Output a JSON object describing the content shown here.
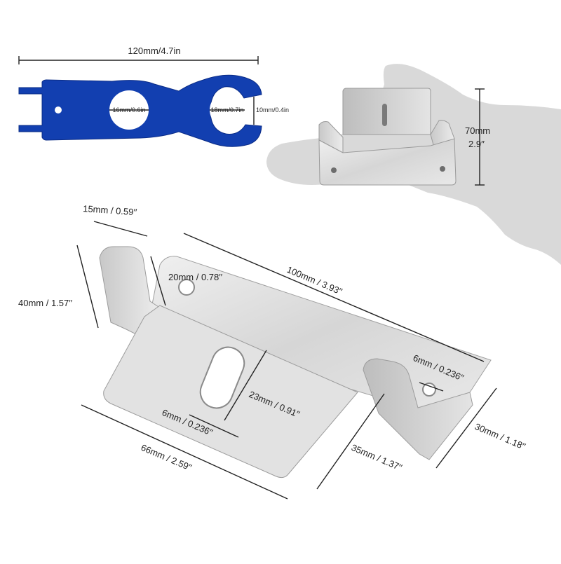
{
  "colors": {
    "wrench": "#123fb0",
    "wrench_dark": "#0b2c86",
    "hand": "#d9d9d9",
    "metal_light": "#e6e6e6",
    "metal_mid": "#cdcdcd",
    "metal_dark": "#a9a9a9",
    "line": "#222222"
  },
  "wrench": {
    "length_label": "120mm/4.7in",
    "hole_left_label": "16mm/0.6in",
    "hole_right_label": "18mm/0.7in",
    "jaw_label": "10mm/0.4in"
  },
  "small_bracket": {
    "height_label_mm": "70mm",
    "height_label_in": "2.9′′"
  },
  "bracket": {
    "lip_width": "15mm / 0.59′′",
    "lip_height": "40mm / 1.57′′",
    "top_hole": "20mm / 0.78′′",
    "length": "100mm / 3.93′′",
    "right_hole": "6mm / 0.236′′",
    "slot_length": "23mm / 0.91′′",
    "slot_width": "6mm / 0.236′′",
    "right_height": "30mm / 1.18′′",
    "foot_depth": "35mm / 1.37′′",
    "base_width": "66mm / 2.59′′"
  }
}
